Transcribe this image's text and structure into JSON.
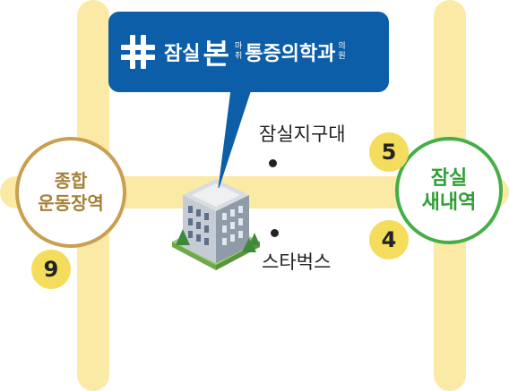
{
  "stations": {
    "left": {
      "line1": "종합",
      "line2": "운동장역",
      "color": "#c8a04f"
    },
    "right": {
      "line1": "잠실",
      "line2": "새내역",
      "color": "#45ae46"
    }
  },
  "exits": {
    "badge9": "9",
    "badge5": "5",
    "badge4": "4"
  },
  "labels": {
    "district_office": "잠실지구대",
    "starbucks": "스타벅스"
  },
  "clinic": {
    "name_part1": "잠실",
    "name_big": "본",
    "name_small_top": "마",
    "name_small_bottom": "취",
    "name_part2": "통증의학과",
    "name_tail_top": "의",
    "name_tail_bottom": "원",
    "callout_color": "#0d5ea8"
  },
  "icons": {
    "logo": "clinic-cross-logo",
    "building": "building-icon"
  },
  "colors": {
    "road": "#fbe9a6",
    "exit_badge": "#f4dd5c"
  }
}
